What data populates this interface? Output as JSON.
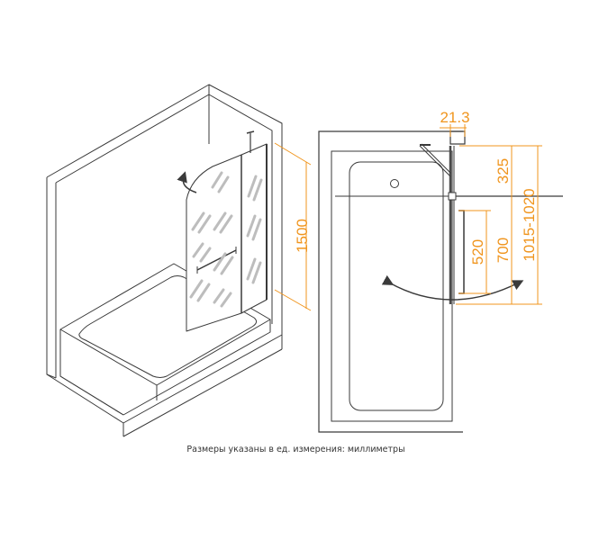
{
  "colors": {
    "line": "#3a3a3a",
    "dimension": "#f0951e",
    "glass_light": "#cfcfcf",
    "text": "#333333"
  },
  "dimensions": {
    "screen_height": "1500",
    "profile_width": "21.3",
    "axis_offset": "325",
    "handle_height": "520",
    "towel_bar_height": "700",
    "panel_width_range": "1015-1020"
  },
  "caption": "Размеры указаны в ед. измерения: миллиметры"
}
